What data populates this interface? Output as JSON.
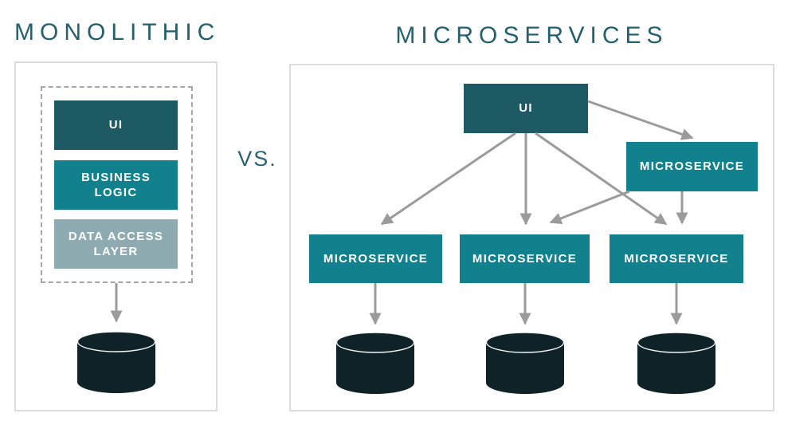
{
  "titles": {
    "monolithic": "MONOLITHIC",
    "microservices": "MICROSERVICES",
    "versus": "VS."
  },
  "monolithic_panel": {
    "layers": [
      {
        "label": "UI",
        "color": "#1d5a64"
      },
      {
        "label": "BUSINESS LOGIC",
        "color": "#11818e"
      },
      {
        "label": "DATA ACCESS LAYER",
        "color": "#8fabb2"
      }
    ],
    "database_icon": "database-cylinder",
    "connections": [
      {
        "from": "monolith-stack",
        "to": "database"
      }
    ]
  },
  "microservices_panel": {
    "ui_node": {
      "label": "UI",
      "color": "#1d5a64"
    },
    "service_nodes": [
      {
        "id": "microservice-top-right",
        "label": "MICROSERVICE",
        "color": "#11818e"
      },
      {
        "id": "microservice-bottom-left",
        "label": "MICROSERVICE",
        "color": "#11818e"
      },
      {
        "id": "microservice-bottom-middle",
        "label": "MICROSERVICE",
        "color": "#11818e"
      },
      {
        "id": "microservice-bottom-right",
        "label": "MICROSERVICE",
        "color": "#11818e"
      }
    ],
    "database_icons": [
      "database-cylinder",
      "database-cylinder",
      "database-cylinder"
    ],
    "connections": [
      {
        "from": "ui",
        "to": "microservice-top-right"
      },
      {
        "from": "ui",
        "to": "microservice-bottom-left"
      },
      {
        "from": "ui",
        "to": "microservice-bottom-middle"
      },
      {
        "from": "ui",
        "to": "microservice-bottom-right"
      },
      {
        "from": "microservice-top-right",
        "to": "microservice-bottom-middle"
      },
      {
        "from": "microservice-top-right",
        "to": "microservice-bottom-right"
      },
      {
        "from": "microservice-bottom-left",
        "to": "database-1"
      },
      {
        "from": "microservice-bottom-middle",
        "to": "database-2"
      },
      {
        "from": "microservice-bottom-right",
        "to": "database-3"
      }
    ]
  },
  "colors": {
    "title_text": "#25606e",
    "node_dark_teal": "#1d5a64",
    "node_teal": "#11818e",
    "node_slate": "#8fabb2",
    "database": "#0e2227",
    "database_rim": "#f2f6f6",
    "arrow": "#9b9b9b",
    "panel_border": "#dcdcdc",
    "dashed_border": "#a6a6a6"
  }
}
